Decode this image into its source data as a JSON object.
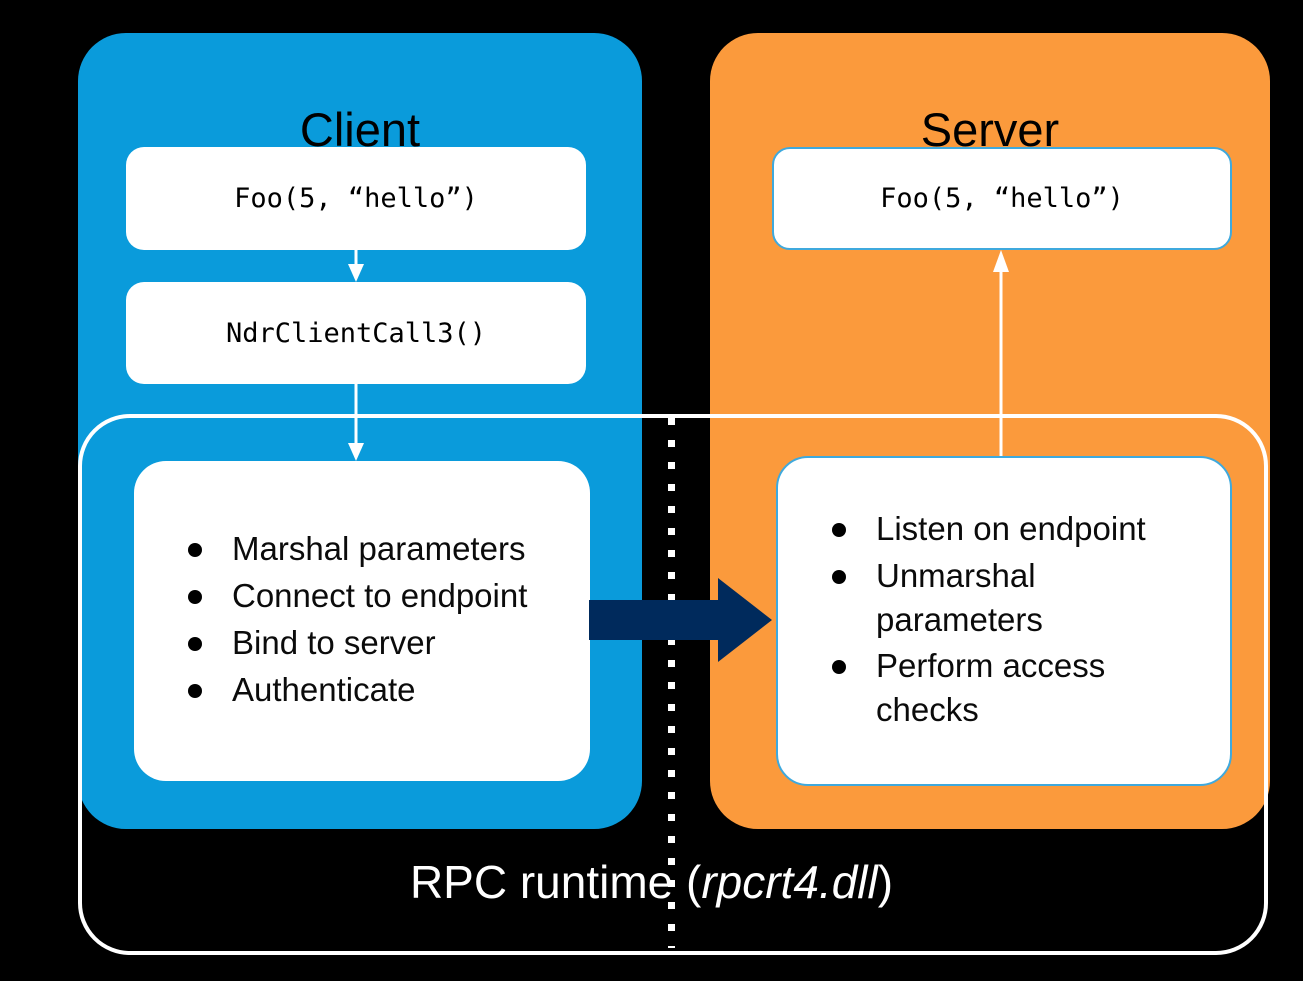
{
  "diagram": {
    "title": "RPC client/server runtime flow",
    "background_color": "#000000",
    "colors": {
      "client_panel": "#0A9BDB",
      "server_panel": "#FB9A3C",
      "call_box": "#FFFFFF",
      "call_box_border": "#3FA9DD",
      "transport_arrow": "#002A5C",
      "outline": "#FFFFFF",
      "text": "#000000"
    }
  },
  "client": {
    "title": "Client",
    "call_boxes": [
      {
        "label": "Foo(5, “hello”)"
      },
      {
        "label": "NdrClientCall3()"
      }
    ],
    "bullets": [
      "Marshal parameters",
      "Connect to endpoint",
      "Bind to server",
      "Authenticate"
    ]
  },
  "server": {
    "title": "Server",
    "call_boxes": [
      {
        "label": "Foo(5, “hello”)"
      }
    ],
    "bullets": [
      "Listen on endpoint",
      "Unmarshal parameters",
      "Perform access checks"
    ]
  },
  "runtime": {
    "label_prefix": "RPC runtime (",
    "label_dll": "rpcrt4.dll",
    "label_suffix": ")"
  }
}
